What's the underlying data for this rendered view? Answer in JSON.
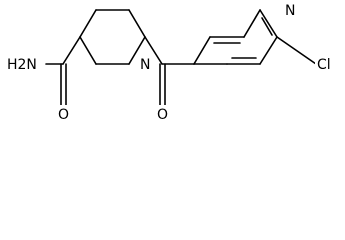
{
  "molecule": {
    "atoms": {
      "amide_n": "H2N",
      "amide_o": "O",
      "ring_n": "N",
      "ketone_o": "O",
      "pyridine_n": "N",
      "chlorine": "Cl"
    }
  }
}
